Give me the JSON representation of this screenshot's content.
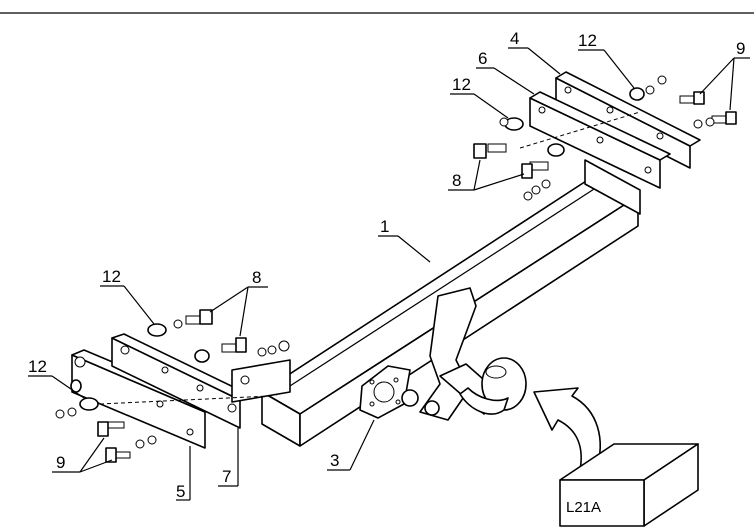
{
  "callouts": {
    "c1": "1",
    "c3": "3",
    "c4": "4",
    "c5": "5",
    "c6": "6",
    "c7": "7",
    "c8a": "8",
    "c8b": "8",
    "c9a": "9",
    "c9b": "9",
    "c12a": "12",
    "c12b": "12",
    "c12c": "12",
    "c12d": "12"
  },
  "kit_box": {
    "label": "L21A"
  },
  "colors": {
    "line": "#000000",
    "background": "#ffffff"
  }
}
